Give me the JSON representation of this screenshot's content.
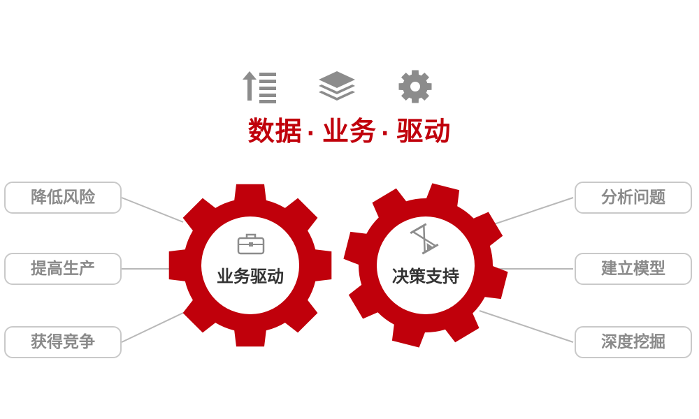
{
  "header": {
    "words": [
      "数据",
      "业务",
      "驱动"
    ],
    "dots": [
      "·",
      "·"
    ],
    "icons": [
      "list-ordered-icon",
      "layers-icon",
      "gear-icon"
    ]
  },
  "gears": [
    {
      "label": "业务驱动",
      "icon": "briefcase-icon"
    },
    {
      "label": "决策支持",
      "icon": "hourglass-icon"
    }
  ],
  "left_items": [
    "降低风险",
    "提高生产",
    "获得竞争"
  ],
  "right_items": [
    "分析问题",
    "建立模型",
    "深度挖掘"
  ],
  "colors": {
    "accent": "#c0000b",
    "icon_gray": "#8c8c8c",
    "pill_border": "#c9c9c9",
    "pill_text": "#8a8a8a",
    "connector": "#b8b8b8",
    "gear_label": "#333333"
  }
}
